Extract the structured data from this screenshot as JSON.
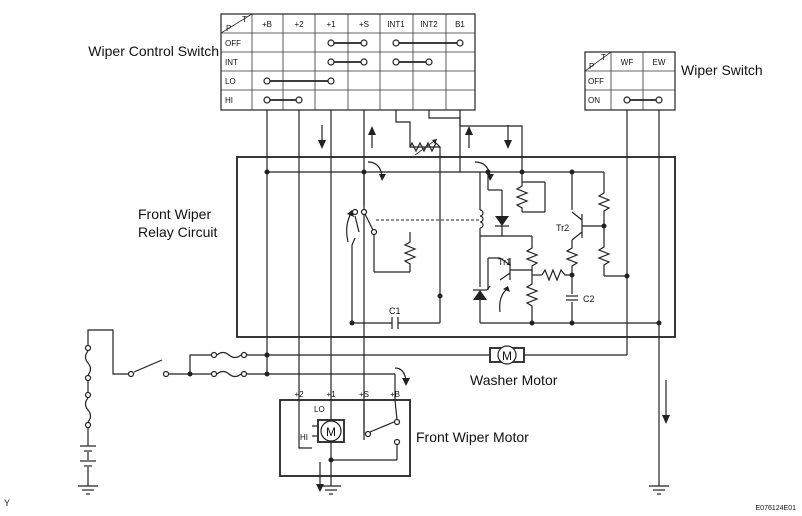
{
  "labels": {
    "wiper_control_switch": "Wiper Control Switch",
    "wiper_switch": "Wiper Switch",
    "relay_line1": "Front Wiper",
    "relay_line2": "Relay Circuit",
    "washer_motor": "Washer Motor",
    "front_wiper_motor": "Front Wiper Motor",
    "tr1": "Tr1",
    "tr2": "Tr2",
    "c1": "C1",
    "c2": "C2",
    "motor_symbol": "M",
    "washer_motor_symbol": "M",
    "figure_id": "E076124E01",
    "corner_mark": "Y"
  },
  "control_switch_table": {
    "corner_p": "P",
    "corner_t": "T",
    "columns": [
      "+B",
      "+2",
      "+1",
      "+S",
      "INT1",
      "INT2",
      "B1"
    ],
    "rows": [
      "OFF",
      "INT",
      "LO",
      "HI"
    ]
  },
  "wiper_switch_table": {
    "corner_p": "P",
    "corner_t": "T",
    "columns": [
      "WF",
      "EW"
    ],
    "rows": [
      "OFF",
      "ON"
    ]
  },
  "motor_terminals": {
    "top": [
      "+2",
      "+1",
      "+S",
      "+B"
    ],
    "lo": "LO",
    "hi": "HI"
  }
}
